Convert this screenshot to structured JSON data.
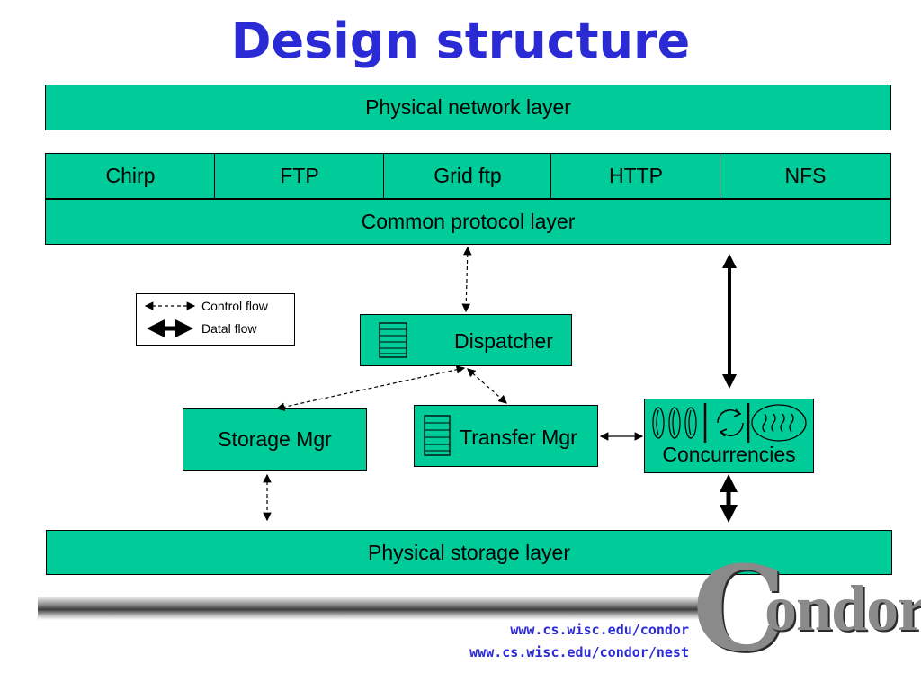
{
  "title": "Design structure",
  "layers": {
    "network": "Physical network layer",
    "common": "Common protocol layer",
    "storage": "Physical storage layer"
  },
  "protocols": [
    "Chirp",
    "FTP",
    "Grid ftp",
    "HTTP",
    "NFS"
  ],
  "components": {
    "dispatcher": "Dispatcher",
    "storage_mgr": "Storage Mgr",
    "transfer_mgr": "Transfer Mgr",
    "concurrencies": "Concurrencies"
  },
  "legend": {
    "control": "Control flow",
    "data": "Datal flow"
  },
  "footer": {
    "url1": "www.cs.wisc.edu/condor",
    "url2": "www.cs.wisc.edu/condor/nest",
    "logo_c": "C",
    "logo_rest": "ondor"
  },
  "colors": {
    "box_fill": "#00cc99",
    "title": "#2b2bd6"
  }
}
